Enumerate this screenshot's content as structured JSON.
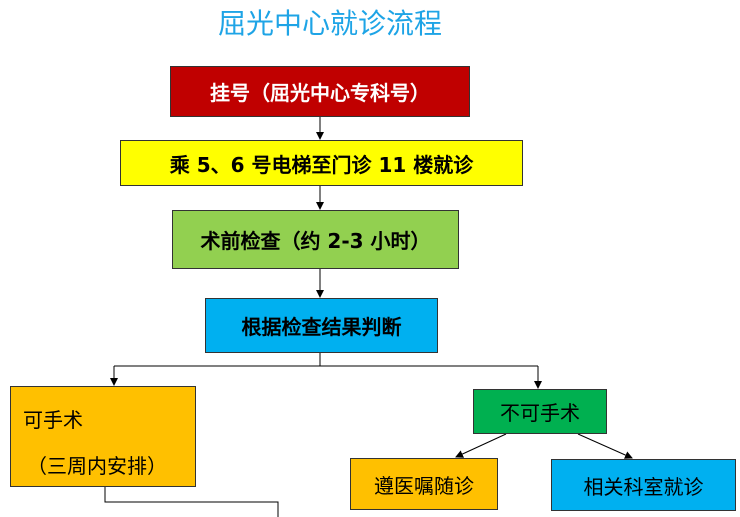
{
  "title": "屈光中心就诊流程",
  "steps": {
    "register": "挂号（屈光中心专科号）",
    "elevator": "乘 5、6 号电梯至门诊 11 楼就诊",
    "precheck": "术前检查（约 2-3 小时）",
    "judge": "根据检查结果判断",
    "operable": "可手术",
    "operable_note": "（三周内安排）",
    "not_operable": "不可手术",
    "follow_advice": "遵医嘱随诊",
    "other_dept": "相关科室就诊"
  },
  "colors": {
    "red": "#c00000",
    "yellow": "#ffff00",
    "light_green": "#92d050",
    "blue": "#00b0f0",
    "orange": "#ffc000",
    "green": "#00b050"
  }
}
